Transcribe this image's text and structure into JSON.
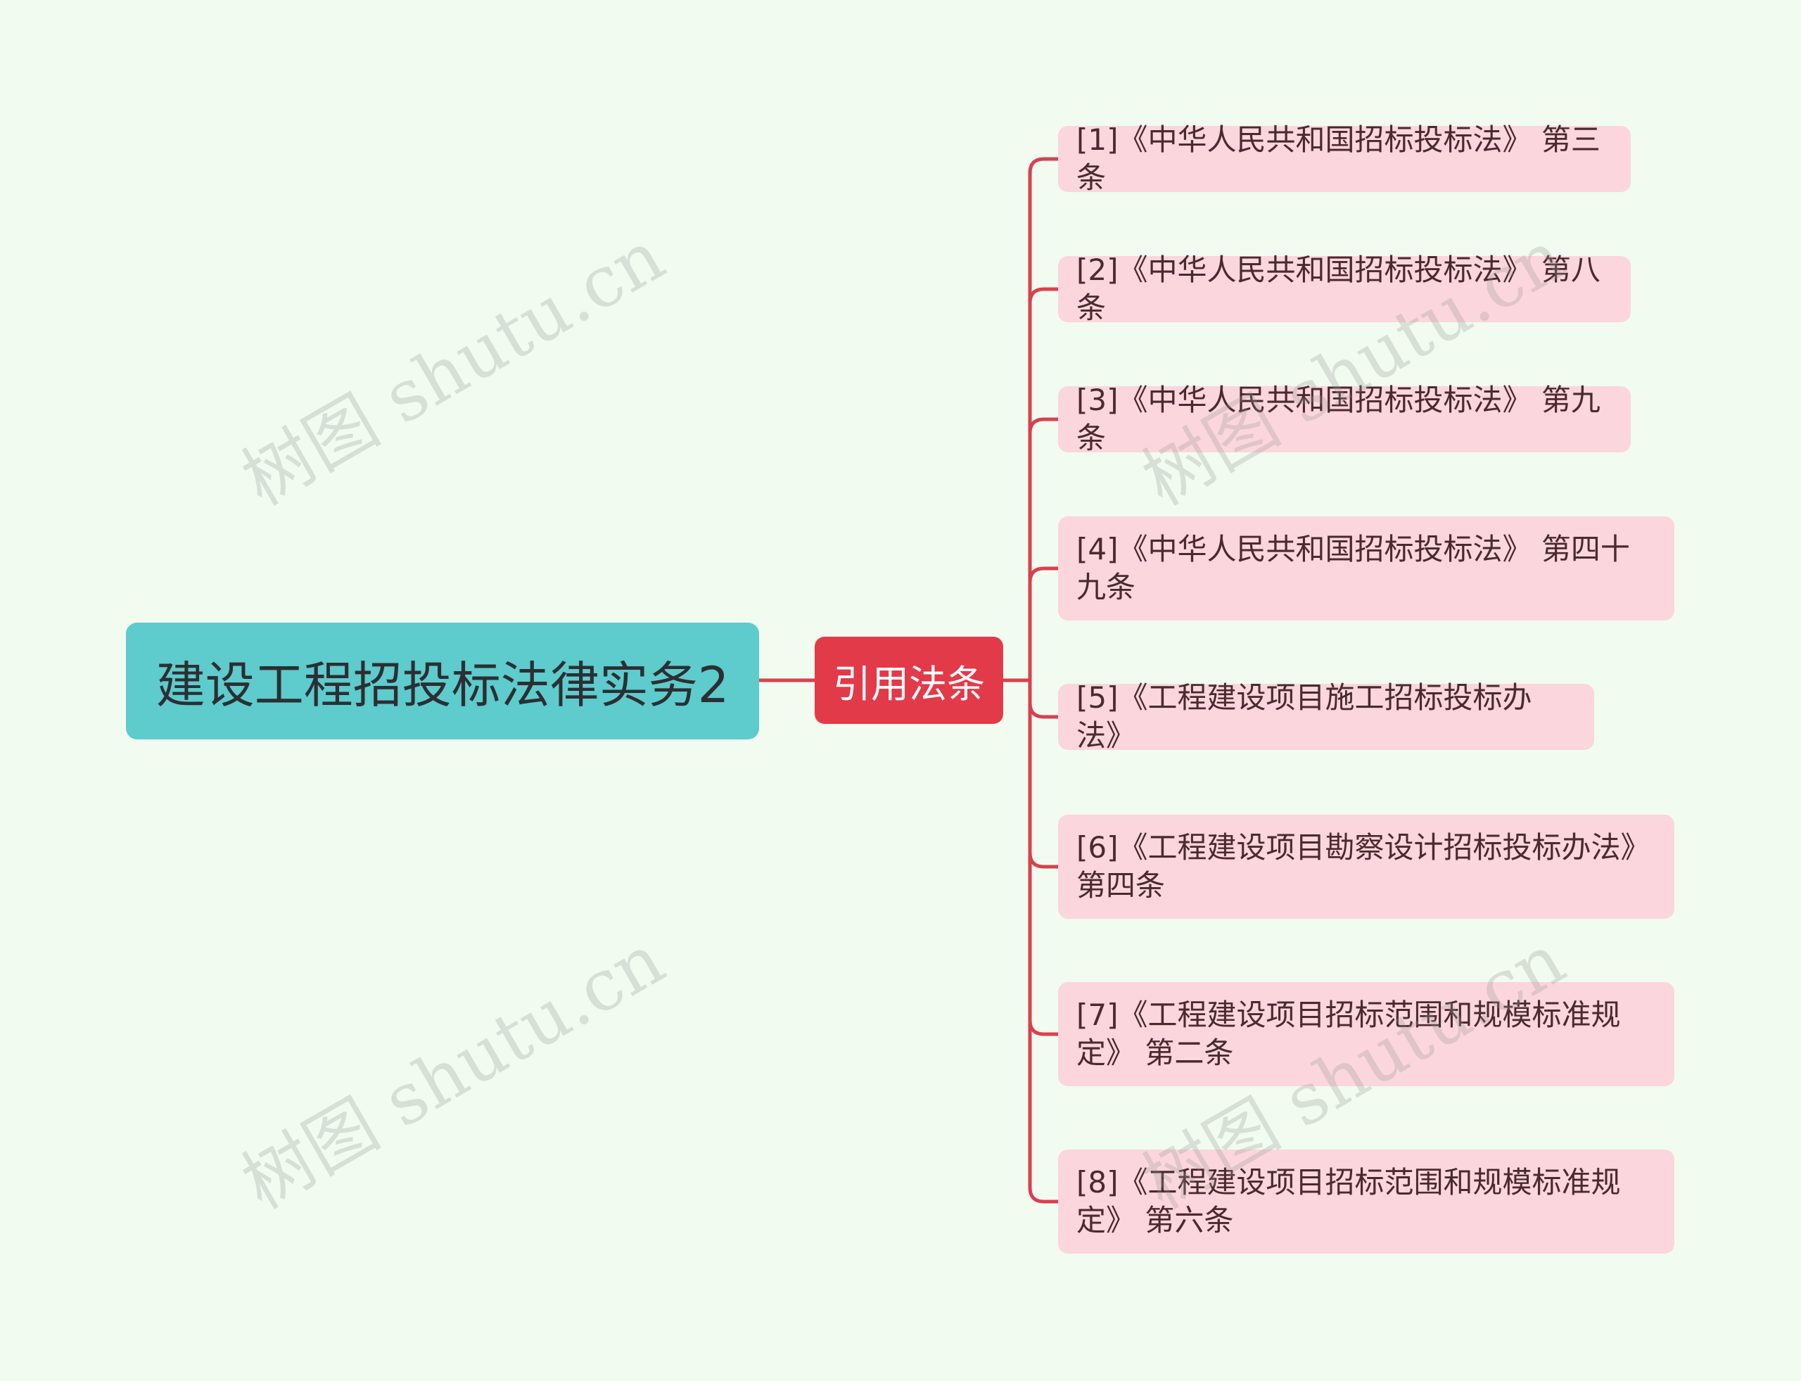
{
  "root": {
    "label": "建设工程招投标法律实务2"
  },
  "branch": {
    "label": "引用法条"
  },
  "children": [
    "[1]《中华人民共和国招标投标法》 第三条",
    "[2]《中华人民共和国招标投标法》 第八条",
    "[3]《中华人民共和国招标投标法》 第九条",
    "[4]《中华人民共和国招标投标法》 第四十九条",
    "[5]《工程建设项目施工招标投标办法》",
    "[6]《工程建设项目勘察设计招标投标办法》 第四条",
    "[7]《工程建设项目招标范围和规模标准规定》 第二条",
    "[8]《工程建设项目招标范围和规模标准规定》 第六条"
  ],
  "watermark": {
    "text": "树图 shutu.cn"
  },
  "colors": {
    "background": "#f1fbf0",
    "root_fill": "#5ecbcc",
    "branch_fill": "#e33a49",
    "leaf_fill": "#fbd6dc",
    "connector": "#d9404e"
  }
}
